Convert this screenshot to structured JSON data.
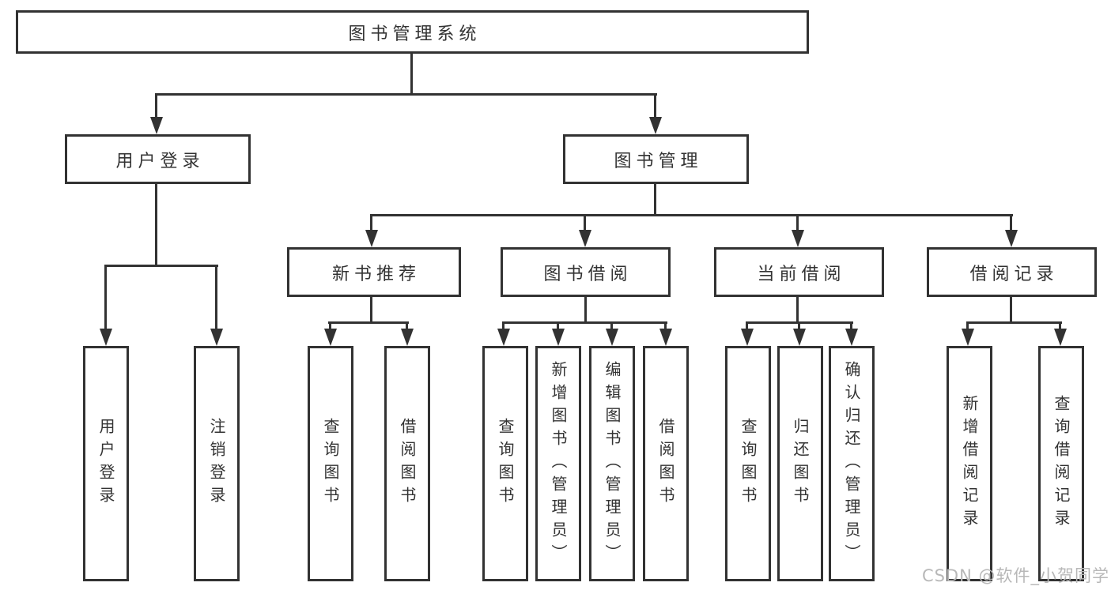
{
  "tree": {
    "label": "图书管理系统",
    "children": [
      {
        "label": "用户登录",
        "children": [
          {
            "label": "用户登录"
          },
          {
            "label": "注销登录"
          }
        ]
      },
      {
        "label": "图书管理",
        "children": [
          {
            "label": "新书推荐",
            "children": [
              {
                "label": "查询图书"
              },
              {
                "label": "借阅图书"
              }
            ]
          },
          {
            "label": "图书借阅",
            "children": [
              {
                "label": "查询图书"
              },
              {
                "label": "新增图书（管理员）"
              },
              {
                "label": "编辑图书（管理员）"
              },
              {
                "label": "借阅图书"
              }
            ]
          },
          {
            "label": "当前借阅",
            "children": [
              {
                "label": "查询图书"
              },
              {
                "label": "归还图书"
              },
              {
                "label": "确认归还（管理员）"
              }
            ]
          },
          {
            "label": "借阅记录",
            "children": [
              {
                "label": "新增借阅记录"
              },
              {
                "label": "查询借阅记录"
              }
            ]
          }
        ]
      }
    ]
  },
  "watermark": {
    "text": "CSDN @软件_小贺同学"
  },
  "colors": {
    "line": "#323232",
    "node_text": "#333333",
    "watermark": "#b8b8b8",
    "background": "#ffffff"
  }
}
